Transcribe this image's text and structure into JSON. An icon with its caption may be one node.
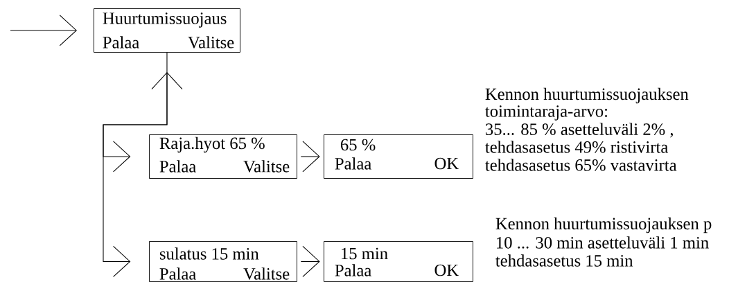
{
  "diagram": {
    "nodes": [
      {
        "text": [
          "Huurtumissuojaus",
          "Palaa",
          "Valitse"
        ]
      },
      {
        "text": [
          "Raja.hyot 65 %",
          "Palaa",
          "Valitse"
        ]
      },
      {
        "text": [
          "65 %",
          "Palaa",
          "OK"
        ]
      },
      {
        "text": [
          "sulatus 15 min",
          "Palaa",
          "Valitse"
        ]
      },
      {
        "text": [
          "15 min",
          "Palaa",
          "OK"
        ]
      }
    ],
    "edges": [
      {
        "from": null,
        "to": 0,
        "arrow": "to"
      },
      {
        "from": 0,
        "to": 1,
        "arrow": "both"
      },
      {
        "from": 0,
        "to": 3,
        "arrow": "to"
      },
      {
        "from": 1,
        "to": 2,
        "arrow": "to"
      },
      {
        "from": 3,
        "to": 4,
        "arrow": "to"
      }
    ],
    "labels": [
      "Kennon huurtumissuojauksen",
      "toimintaraja-arvo:",
      "35... 85 % asetteluväli 2% ,",
      "tehdasasetus 49% ristivirta",
      "tehdasasetus 65% vastavirta",
      "Kennon huurtumissuojauksen p",
      "10 ... 30 min asetteluväli  1 min",
      "tehdasasetus 15 min"
    ]
  }
}
